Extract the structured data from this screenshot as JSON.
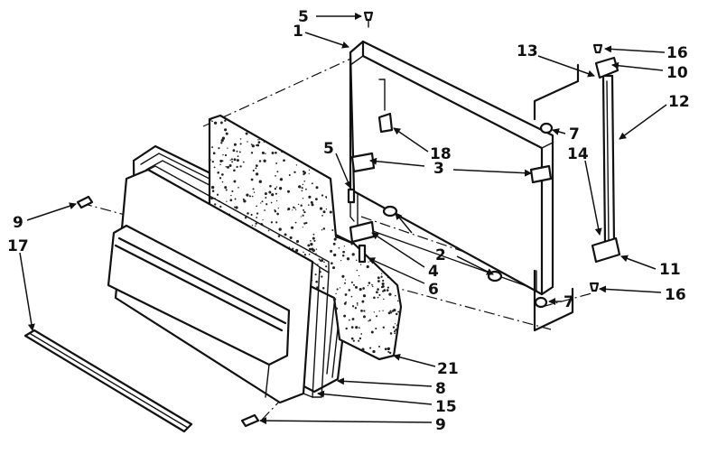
{
  "callouts": {
    "c1": "1",
    "c2": "2",
    "c3": "3",
    "c4": "4",
    "c5a": "5",
    "c5b": "5",
    "c6": "6",
    "c7a": "7",
    "c7b": "7",
    "c8": "8",
    "c9a": "9",
    "c9b": "9",
    "c10": "10",
    "c11": "11",
    "c12": "12",
    "c13": "13",
    "c14": "14",
    "c15": "15",
    "c16a": "16",
    "c16b": "16",
    "c17": "17",
    "c18": "18",
    "c21": "21"
  },
  "colors": {
    "ink": "#111111",
    "paper": "#ffffff"
  },
  "icons": [
    "screw-icon",
    "hinge-icon",
    "bracket-icon",
    "plug-icon"
  ]
}
